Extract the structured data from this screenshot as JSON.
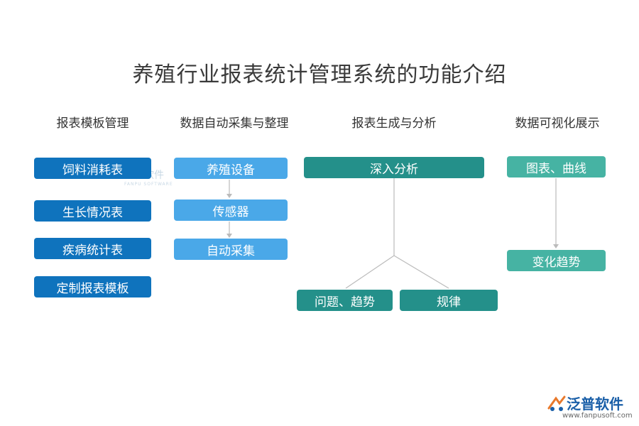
{
  "title": "养殖行业报表统计管理系统的功能介绍",
  "columns": [
    {
      "heading": "报表模板管理",
      "items": [
        "饲料消耗表",
        "生长情况表",
        "疾病统计表",
        "定制报表模板"
      ]
    },
    {
      "heading": "数据自动采集与整理",
      "items": [
        "养殖设备",
        "传感器",
        "自动采集"
      ]
    },
    {
      "heading": "报表生成与分析",
      "items": [
        "深入分析",
        "问题、趋势",
        "规律"
      ]
    },
    {
      "heading": "数据可视化展示",
      "items": [
        "图表、曲线",
        "变化趋势"
      ]
    }
  ],
  "watermark": {
    "name": "泛普软件",
    "sub": "FANPU SOFTWARE"
  },
  "logo": {
    "name": "泛普软件",
    "url": "www.fanpusoft.com"
  },
  "colors": {
    "blue_dark": "#0f73bd",
    "blue_light": "#4aa8e8",
    "teal_dark": "#24908a",
    "teal_light": "#46b3a3"
  }
}
